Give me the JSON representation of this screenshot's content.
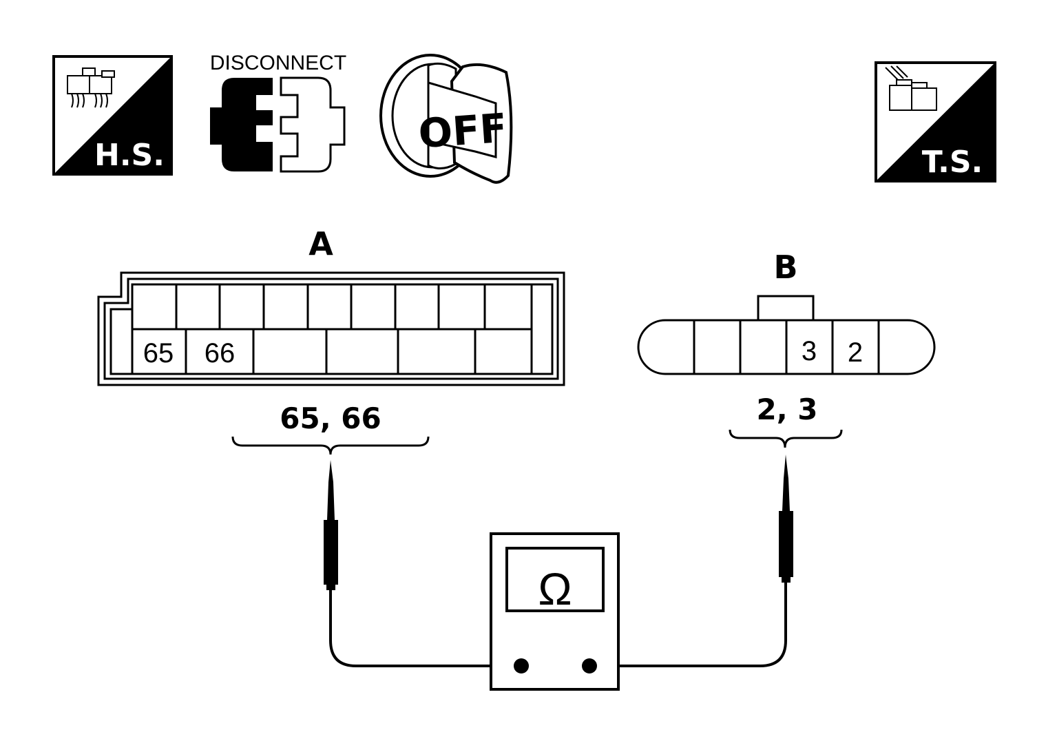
{
  "icons": {
    "harness_side": {
      "icon": "harness-side-icon",
      "label": "H.S."
    },
    "disconnect": {
      "icon": "disconnect-connector-icon",
      "label": "DISCONNECT"
    },
    "ignition_off": {
      "icon": "ignition-key-off-icon",
      "label": "OFF"
    },
    "terminal_side": {
      "icon": "terminal-side-icon",
      "label": "T.S."
    }
  },
  "connector_a": {
    "label": "A",
    "pins": [
      "65",
      "66"
    ],
    "probe_label": "65, 66"
  },
  "connector_b": {
    "label": "B",
    "pins": [
      "3",
      "2"
    ],
    "probe_label": "2, 3"
  },
  "ohmmeter": {
    "icon": "ohmmeter-icon",
    "symbol": "Ω"
  }
}
